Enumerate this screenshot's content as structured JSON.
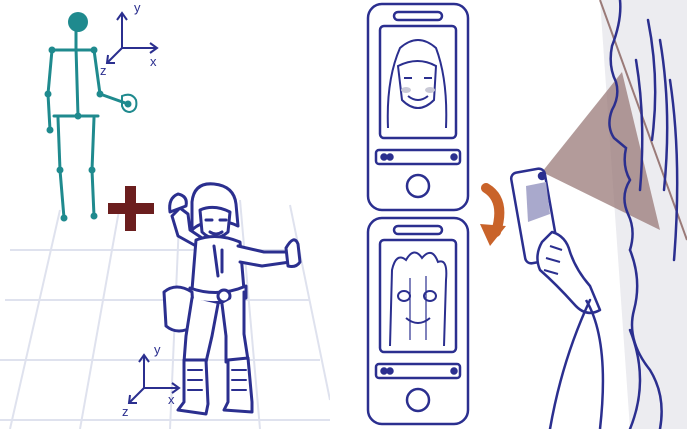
{
  "colors": {
    "skeleton": "#1f8a8e",
    "outline": "#2b2f8f",
    "plus": "#6b1e1e",
    "grid": "#dfe2ee",
    "arrow": "#c9632a",
    "cone": "#9a7a78",
    "backdrop": "#ececf0"
  },
  "axes_top": {
    "x": "x",
    "y": "y",
    "z": "z"
  },
  "axes_bottom": {
    "x": "x",
    "y": "y",
    "z": "z"
  },
  "icons": [
    "skeleton-figure",
    "plus-sign",
    "cartoon-character",
    "phone-top",
    "phone-bottom",
    "curved-arrow",
    "hand-with-phone",
    "person-profile"
  ]
}
